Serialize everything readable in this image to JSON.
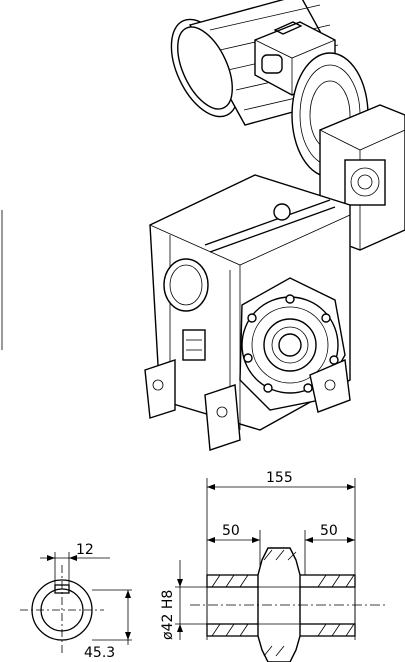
{
  "drawing": {
    "dimensions": {
      "overall_length": "155",
      "left_hub_width": "50",
      "right_hub_width": "50",
      "bore_label": "ø42 H8",
      "keyway_width": "12",
      "key_depth": "45.3"
    }
  }
}
